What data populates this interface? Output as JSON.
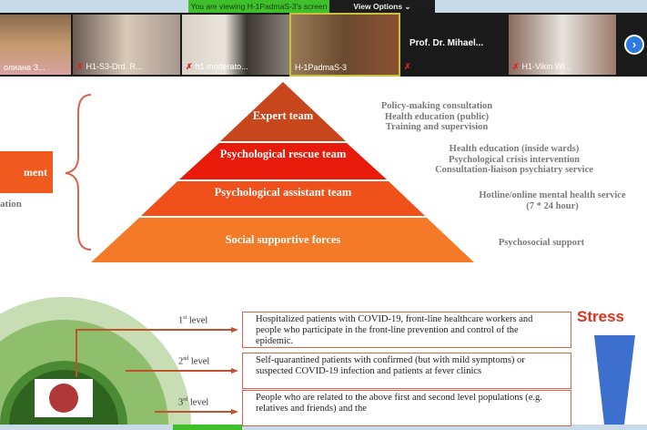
{
  "zoom": {
    "banner": "You are viewing H-1PadmaS-3's screen",
    "view_options": "View Options ⌄",
    "participants": [
      {
        "name": "олиана З..."
      },
      {
        "name": "H1-S3-Drd. R..."
      },
      {
        "name": "h1 moderato..."
      },
      {
        "name": "H-1PadmaS-3"
      },
      {
        "name": "Prof. Dr. Mihael..."
      },
      {
        "name": "H1-Vikin Wi..."
      }
    ],
    "next_icon": "›"
  },
  "slide": {
    "left_box": "ment",
    "left_sub": "ation",
    "pyramid": [
      {
        "label": "Expert team",
        "desc": "Policy-making consultation\nHealth education (public)\nTraining and supervision",
        "color": "#c8461c"
      },
      {
        "label": "Psychological rescue team",
        "desc": "Health education (inside wards)\nPsychological crisis intervention\nConsultation-liaison psychiatry service",
        "color": "#e81a0a"
      },
      {
        "label": "Psychological assistant team",
        "desc": "Hotline/online mental health service\n(7 * 24 hour)",
        "color": "#f0501a"
      },
      {
        "label": "Social supportive forces",
        "desc": "Psychosocial support",
        "color": "#f57a28"
      }
    ],
    "levels": [
      {
        "n": "1",
        "sup": "st",
        "label": "level",
        "text": "Hospitalized patients with COVID-19, front-line healthcare workers and people who participate in the front-line prevention and control of the epidemic."
      },
      {
        "n": "2",
        "sup": "nd",
        "label": "level",
        "text": "Self-quarantined patients with confirmed (but with mild symptoms) or suspected COVID-19 infection and patients at fever clinics"
      },
      {
        "n": "3",
        "sup": "rd",
        "label": "level",
        "text": "People who are related to the above first and second level populations (e.g. relatives and friends) and the"
      }
    ],
    "stress": "Stress"
  }
}
